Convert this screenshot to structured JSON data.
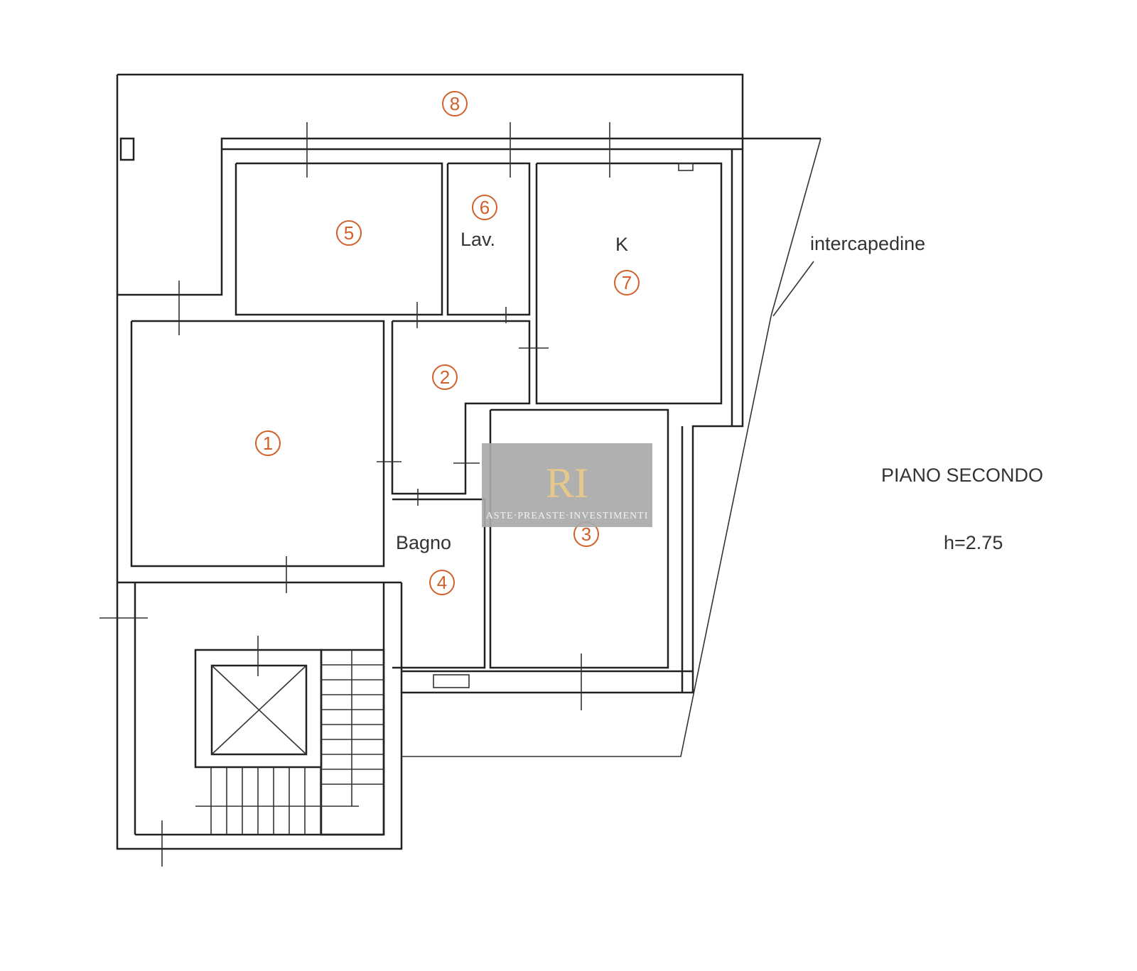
{
  "plan": {
    "rooms": [
      {
        "number": "8"
      },
      {
        "number": "5"
      },
      {
        "number": "6",
        "label": "Lav."
      },
      {
        "number": "7",
        "label": "K"
      },
      {
        "number": "2"
      },
      {
        "number": "1"
      },
      {
        "number": "4",
        "label": "Bagno"
      },
      {
        "number": "3"
      }
    ],
    "annotation": "intercapedine",
    "floor_label": "PIANO SECONDO",
    "height_label": "h=2.75"
  },
  "watermark": {
    "logo_letters": "RI",
    "text": "ASTE·PREASTE·INVESTIMENTI"
  },
  "colors": {
    "room_number": "#d2602a",
    "walls": "#222222",
    "watermark_bg": "#a9a9a9"
  }
}
